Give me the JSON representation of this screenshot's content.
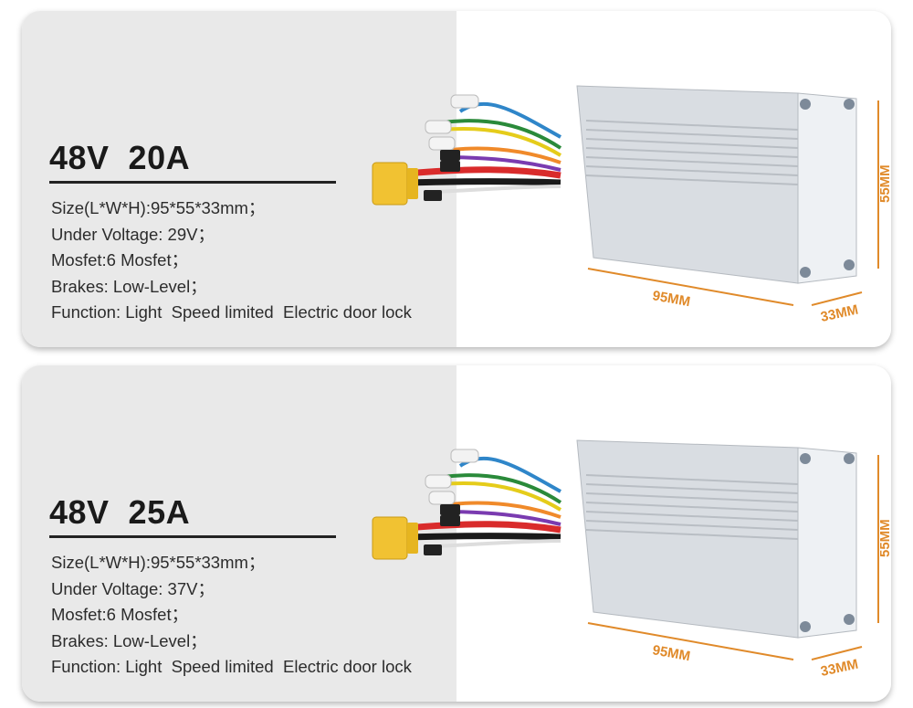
{
  "products": [
    {
      "title": "48V  20A",
      "specs": [
        "Size(L*W*H):95*55*33mm；",
        "Under Voltage: 29V；",
        "Mosfet:6 Mosfet；",
        "Brakes: Low-Level；",
        "Function: Light  Speed limited  Electric door lock"
      ],
      "dimensions": {
        "length": "95MM",
        "height": "55MM",
        "width": "33MM"
      }
    },
    {
      "title": "48V  25A",
      "specs": [
        "Size(L*W*H):95*55*33mm；",
        "Under Voltage: 37V；",
        "Mosfet:6 Mosfet；",
        "Brakes: Low-Level；",
        "Function: Light  Speed limited  Electric door lock"
      ],
      "dimensions": {
        "length": "95MM",
        "height": "55MM",
        "width": "33MM"
      }
    }
  ],
  "colors": {
    "panel_gray": "#e9e9e9",
    "dimension_orange": "#e08a2a",
    "title_text": "#1a1a1a"
  }
}
